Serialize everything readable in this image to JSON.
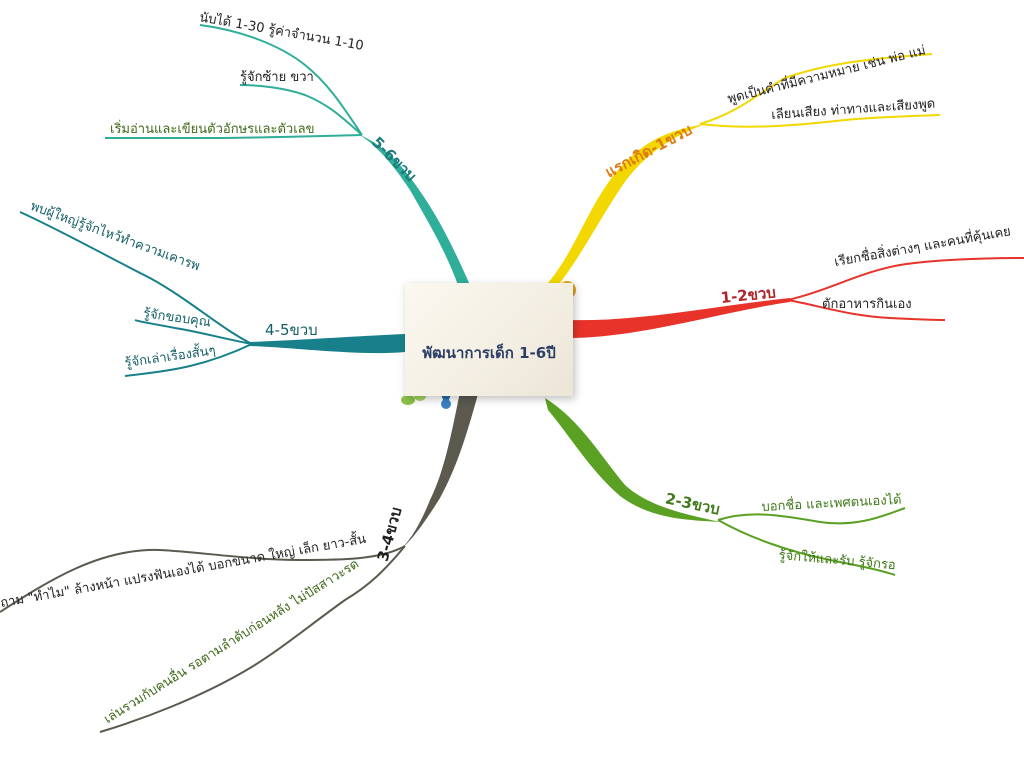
{
  "center": {
    "title": "พัฒนาการเด็ก 1-6ปี"
  },
  "branches": {
    "b0": {
      "label": "แรกเกิด-1ขวบ",
      "color": "#f2d800",
      "text_color": "#e07a10",
      "items": [
        "พูดเป็นคำที่มีความหมาย เช่น พ่อ แม่",
        "เลียนเสียง ท่าทางและเสียงพูด"
      ]
    },
    "b1": {
      "label": "1-2ขวบ",
      "color": "#e8332a",
      "text_color": "#b1242a",
      "items": [
        "เรียกชื่อสิ่งต่างๆ และคนที่คุ้นเคย",
        "ตักอาหารกินเอง"
      ]
    },
    "b2": {
      "label": "2-3ขวบ",
      "color": "#5aa022",
      "text_color": "#3f7a1a",
      "items": [
        "บอกชื่อ และเพศตนเองได้",
        "รู้จักให้และรับ รู้จักรอ"
      ]
    },
    "b3": {
      "label": "3-4ขวบ",
      "color": "#5c5a4f",
      "text_color": "#1f1f1f",
      "items": [
        "ถาม \"ทำไม\" ล้างหน้า แปรงฟันเองได้ บอกขนาด  ใหญ่ เล็ก ยาว-สั้น",
        "เล่นรวมกับคนอื่น รอตามลำดับก่อนหลัง ไม่ปัสสาวะรด"
      ]
    },
    "b4": {
      "label": "4-5ขวบ",
      "color": "#17808a",
      "text_color": "#145e66",
      "items": [
        "พบผู้ใหญ่รู้จักไหว้ทำความเคารพ",
        "รู้จักขอบคุณ",
        "รู้จักเล่าเรื่องสั้นๆ"
      ]
    },
    "b5": {
      "label": "5-6ขวบ",
      "color": "#2fae9a",
      "text_color": "#1b7a7c",
      "items": [
        "นับได้ 1-30 รู้ค่าจำนวน 1-10",
        "รู้จักซ้าย ขวา",
        "เริ่มอ่านและเขียนตัวอักษรและตัวเลข"
      ]
    }
  }
}
